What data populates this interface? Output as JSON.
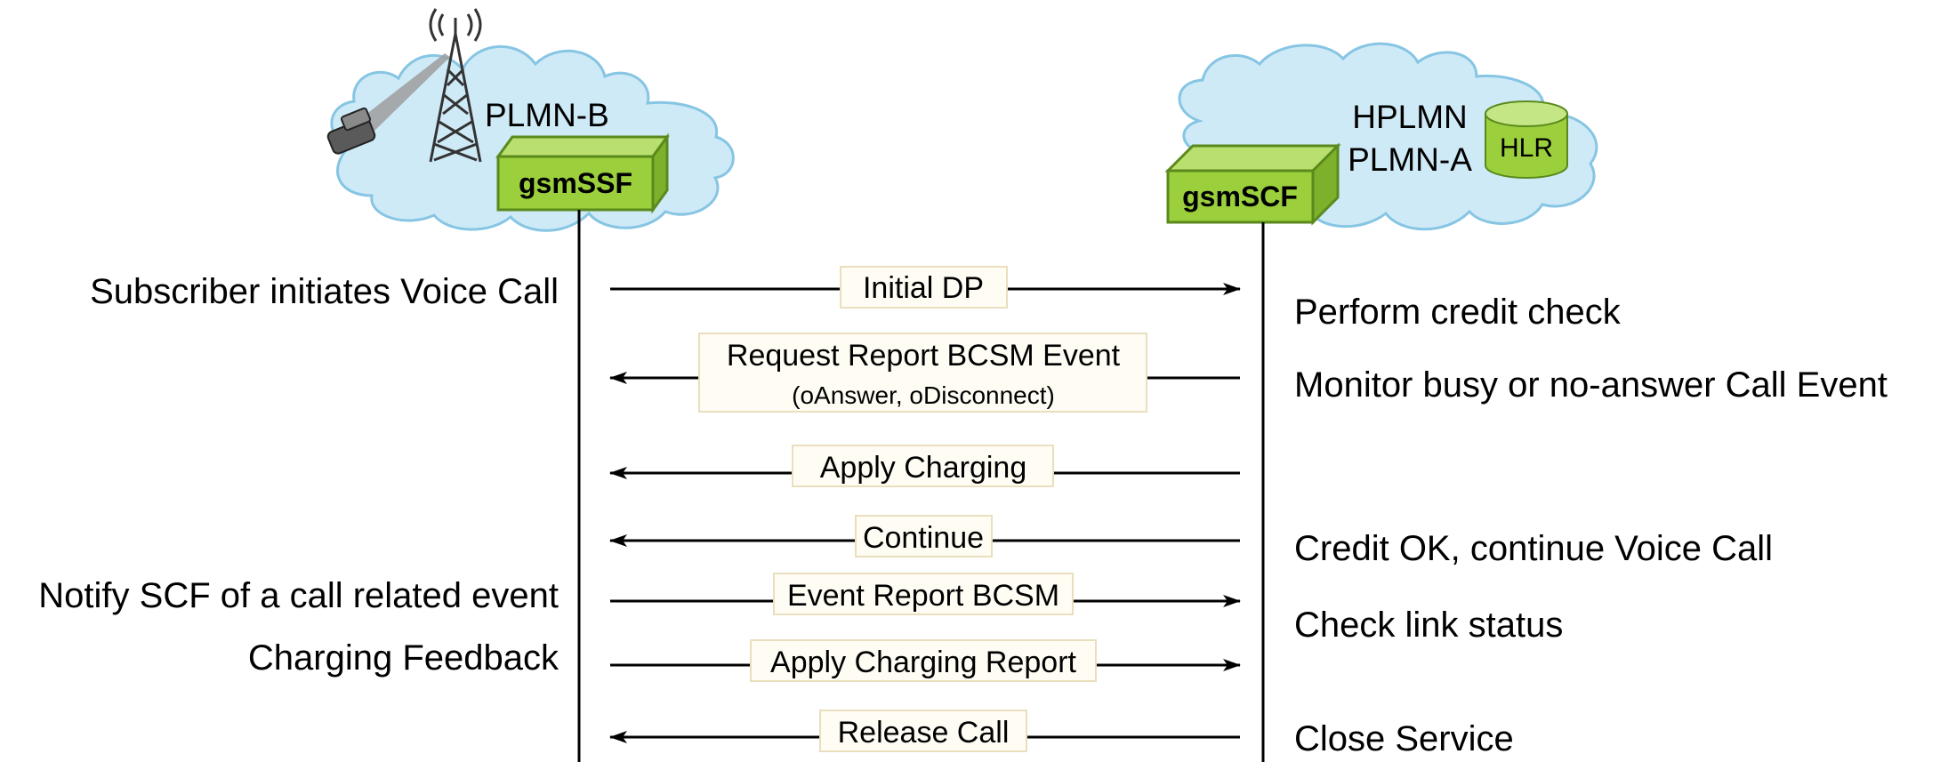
{
  "left_node": {
    "network_label": "PLMN-B",
    "box_label": "gsmSSF",
    "icons": [
      "radio-tower-icon",
      "mobile-phone-icon",
      "cloud-icon"
    ]
  },
  "right_node": {
    "network_label_1": "HPLMN",
    "network_label_2": "PLMN-A",
    "box_label": "gsmSCF",
    "db_label": "HLR",
    "icons": [
      "cloud-icon",
      "database-icon"
    ]
  },
  "left_notes": [
    "Subscriber initiates Voice Call",
    "Notify SCF of a call related event",
    "Charging Feedback"
  ],
  "right_notes": [
    "Perform credit check",
    "Monitor busy or no-answer Call Event",
    "Credit OK, continue Voice Call",
    "Check link status",
    "Close Service"
  ],
  "messages": [
    {
      "label": "Initial DP",
      "direction": "right"
    },
    {
      "label": "Request Report BCSM Event",
      "sublabel": "(oAnswer, oDisconnect)",
      "direction": "left"
    },
    {
      "label": "Apply Charging",
      "direction": "left"
    },
    {
      "label": "Continue",
      "direction": "left"
    },
    {
      "label": "Event Report BCSM",
      "direction": "right"
    },
    {
      "label": "Apply Charging Report",
      "direction": "right"
    },
    {
      "label": "Release Call",
      "direction": "left"
    }
  ],
  "colors": {
    "cloud_fill": "#cfeaf7",
    "cloud_stroke": "#86c5e3",
    "box_front": "#9bcf3c",
    "box_top": "#b9df6e",
    "box_side": "#7fb02c",
    "box_stroke": "#5a8a1d",
    "label_bg": "#fffdf3",
    "label_border": "#e9dfbf"
  }
}
